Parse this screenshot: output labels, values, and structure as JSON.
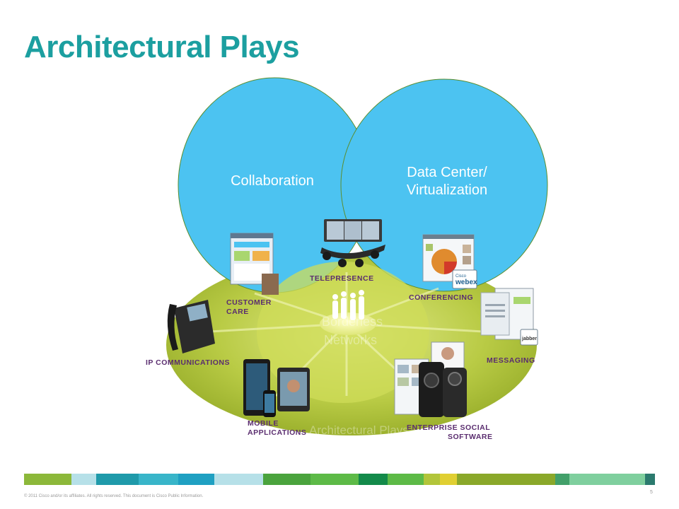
{
  "slide": {
    "title": "Architectural Plays",
    "footer": "© 2011 Cisco and/or its affiliates. All rights reserved. This document is Cisco Public Information.",
    "page_number": "5"
  },
  "diagram": {
    "bubbles": {
      "collaboration": "Collaboration",
      "datacenter_line1": "Data Center/",
      "datacenter_line2": "Virtualization"
    },
    "center": {
      "line1": "Borderless",
      "line2": "Networks"
    },
    "base_label": "Architectural Plays",
    "spokes": {
      "telepresence": "TELEPRESENCE",
      "conferencing": "CONFERENCING",
      "customer_care_1": "CUSTOMER",
      "customer_care_2": "CARE",
      "messaging": "MESSAGING",
      "ip_communications": "IP COMMUNICATIONS",
      "mobile_1": "MOBILE",
      "mobile_2": "APPLICATIONS",
      "social_1": "ENTERPRISE SOCIAL",
      "social_2": "SOFTWARE"
    },
    "product_marks": {
      "webex_1": "Cisco",
      "webex_2": "webex",
      "jabber": "jabber"
    }
  },
  "colors": {
    "title": "#1c9fa0",
    "bubble_blue": "#4cc3f1",
    "base_green": "#a9be32",
    "label_purple": "#5a2d6f",
    "color_bar": [
      "#8cb83a",
      "#b6e0e8",
      "#1f9aaa",
      "#38b5c9",
      "#1fa0c2",
      "#b6e0e8",
      "#4aa33d",
      "#5dba47",
      "#138a4a",
      "#5dba47",
      "#b2c53a",
      "#e0cf32",
      "#8aa82a",
      "#42a06a",
      "#7fcf9e",
      "#2b7a6e"
    ]
  }
}
